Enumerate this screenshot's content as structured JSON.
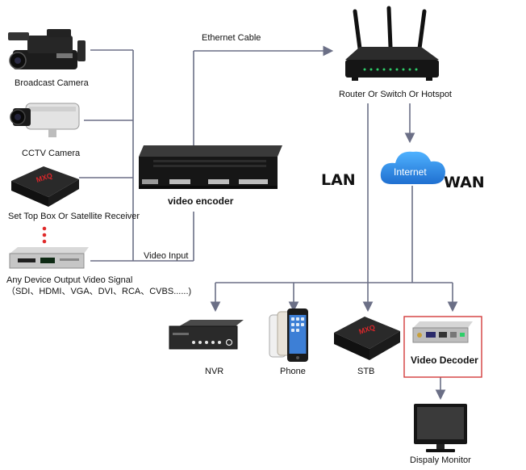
{
  "labels": {
    "broadcast_camera": "Broadcast Camera",
    "cctv_camera": "CCTV Camera",
    "set_top_box": "Set Top Box Or Satellite Receiver",
    "any_device_line1": "Any Device Output Video Signal",
    "any_device_line2": "（SDI、HDMI、VGA、DVI、RCA、CVBS......)",
    "ethernet_cable": "Ethernet Cable",
    "video_encoder": "video encoder",
    "video_input": "Video Input",
    "router": "Router Or Switch Or Hotspot",
    "lan": "LAN",
    "wan": "WAN",
    "internet": "Internet",
    "nvr": "NVR",
    "phone": "Phone",
    "stb": "STB",
    "video_decoder": "Video Decoder",
    "display_monitor": "Dispaly Monitor"
  },
  "colors": {
    "wire": "#6b6f86",
    "cloud": "#2a8ae0",
    "decoder_box": "#d23b3b",
    "router_leds": "#2ecf6a"
  }
}
